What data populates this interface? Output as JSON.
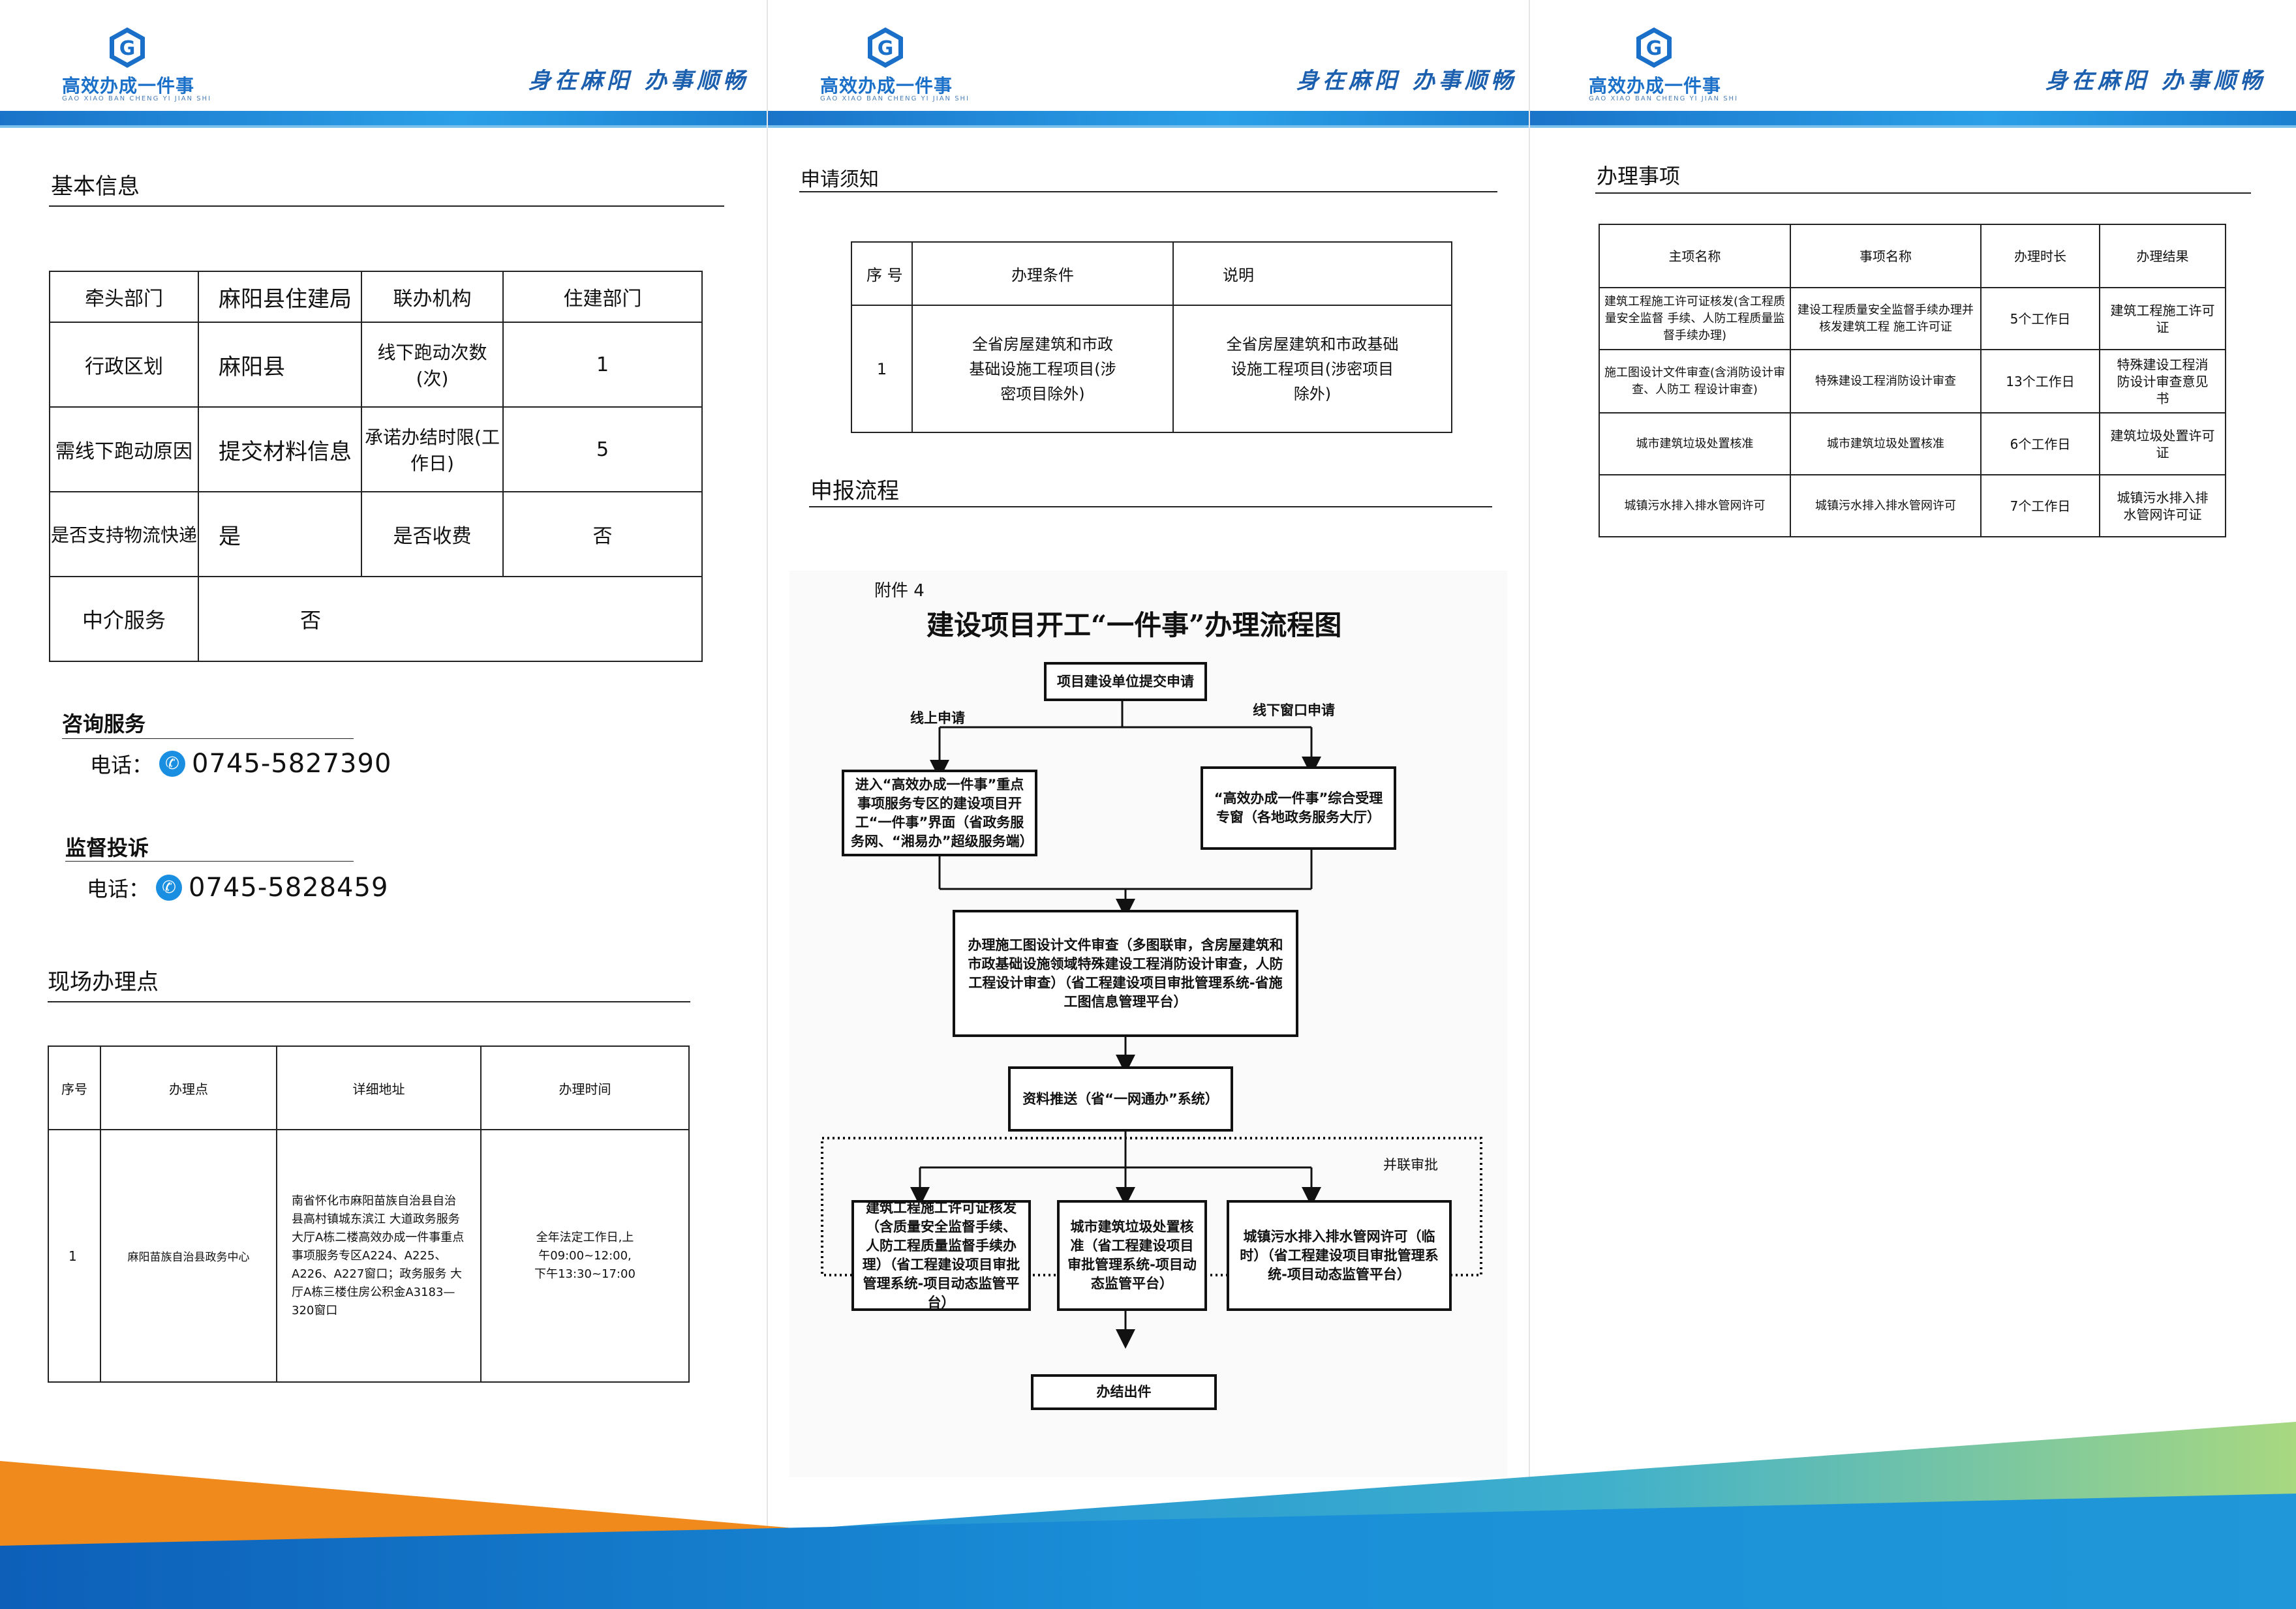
{
  "brand": {
    "name": "高效办成一件事",
    "pinyin": "GAO XIAO BAN CHENG YI JIAN SHI",
    "slogan": "身在麻阳 办事顺畅",
    "primary_color": "#1a73c8",
    "orange_color": "#f08a1c"
  },
  "basic_info": {
    "title": "基本信息",
    "rows": [
      [
        "牵头部门",
        "麻阳县住建局",
        "联办机构",
        "住建部门"
      ],
      [
        "行政区划",
        "麻阳县",
        "线下跑动次数(次)",
        "1"
      ],
      [
        "需线下跑动原因",
        "提交材料信息",
        "承诺办结时限(工作日)",
        "5"
      ],
      [
        "是否支持物流快递",
        "是",
        "是否收费",
        "否"
      ]
    ],
    "last_row": [
      "中介服务",
      "否"
    ]
  },
  "consult": {
    "title": "咨询服务",
    "label": "电话：",
    "phone": "0745-5827390"
  },
  "supervise": {
    "title": "监督投诉",
    "label": "电话：",
    "phone": "0745-5828459"
  },
  "site": {
    "title": "现场办理点",
    "headers": [
      "序号",
      "办理点",
      "详细地址",
      "办理时间"
    ],
    "row": {
      "no": "1",
      "place": "麻阳苗族自治县政务中心",
      "address": "南省怀化市麻阳苗族自治县自治县高村镇城东滨江 大道政务服务大厅A栋二楼高效办成一件事重点事项服务专区A224、A225、A226、A227窗口；政务服务 大厅A栋三楼住房公积金A3183—320窗口",
      "time": "全年法定工作日,上午09:00~12:00,下午13:30~17:00"
    }
  },
  "apply_notice": {
    "title": "申请须知",
    "headers": [
      "序 号",
      "办理条件",
      "说明"
    ],
    "row": [
      "1",
      "全省房屋建筑和市政基础设施工程项目(涉密项目除外)",
      "全省房屋建筑和市政基础设施工程项目(涉密项目除外)"
    ]
  },
  "process": {
    "title": "申报流程",
    "attachment": "附件 4",
    "chart_title": "建设项目开工“一件事”办理流程图",
    "start": "项目建设单位提交申请",
    "online_label": "线上申请",
    "offline_label": "线下窗口申请",
    "online_box": "进入“高效办成一件事”重点事项服务专区的建设项目开工“一件事”界面（省政务服务网、“湘易办”超级服务端）",
    "offline_box": "“高效办成一件事”综合受理专窗（各地政务服务大厅）",
    "review_box": "办理施工图设计文件审查（多图联审，含房屋建筑和市政基础设施领域特殊建设工程消防设计审查，人防工程设计审查）（省工程建设项目审批管理系统-省施工图信息管理平台）",
    "push_box": "资料推送（省“一网通办”系统）",
    "parallel_label": "并联审批",
    "par1": "建筑工程施工许可证核发（含质量安全监督手续、人防工程质量监督手续办理）（省工程建设项目审批管理系统-项目动态监管平台）",
    "par2": "城市建筑垃圾处置核准（省工程建设项目审批管理系统-项目动态监管平台）",
    "par3": "城镇污水排入排水管网许可（临时）（省工程建设项目审批管理系统-项目动态监管平台）",
    "end": "办结出件"
  },
  "matters": {
    "title": "办理事项",
    "headers": [
      "主项名称",
      "事项名称",
      "办理时长",
      "办理结果"
    ],
    "rows": [
      [
        "建筑工程施工许可证核发(含工程质量安全监督 手续、人防工程质量监督手续办理)",
        "建设工程质量安全监督手续办理并核发建筑工程 施工许可证",
        "5个工作日",
        "建筑工程施工许可证"
      ],
      [
        "施工图设计文件审查(含消防设计审查、人防工 程设计审查)",
        "特殊建设工程消防设计审查",
        "13个工作日",
        "特殊建设工程消防设计审查意见书"
      ],
      [
        "城市建筑垃圾处置核准",
        "城市建筑垃圾处置核准",
        "6个工作日",
        "建筑垃圾处置许可证"
      ],
      [
        "城镇污水排入排水管网许可",
        "城镇污水排入排水管网许可",
        "7个工作日",
        "城镇污水排入排水管网许可证"
      ]
    ]
  }
}
